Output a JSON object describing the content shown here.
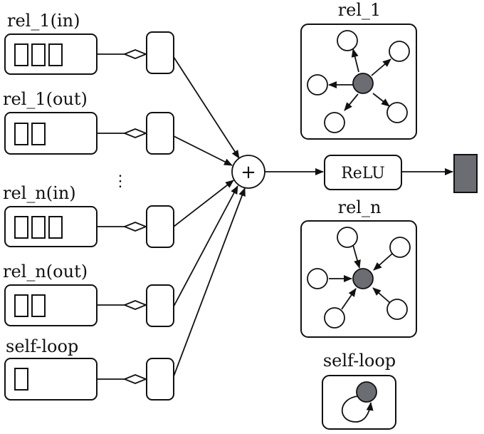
{
  "inputs": [
    {
      "label": "rel_1(in)",
      "cells": 3
    },
    {
      "label": "rel_1(out)",
      "cells": 2
    },
    {
      "label": "rel_n(in)",
      "cells": 3
    },
    {
      "label": "rel_n(out)",
      "cells": 2
    },
    {
      "label": "self-loop",
      "cells": 1
    }
  ],
  "ellipsis": "⋮",
  "sum_symbol": "+",
  "activation": "ReLU",
  "graph_panels": [
    {
      "title": "rel_1"
    },
    {
      "title": "rel_n"
    },
    {
      "title": "self-loop"
    }
  ],
  "colors": {
    "center_node": "#6b6d73",
    "output": "#6b6d73",
    "stroke": "#111111"
  }
}
